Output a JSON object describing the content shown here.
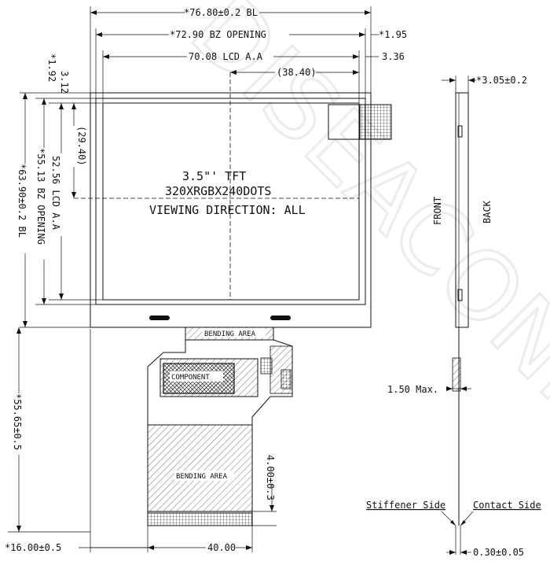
{
  "watermark": "DISEACONFEI",
  "dimensions": {
    "bl_width": "*76.80±0.2 BL",
    "bz_opening_width": "*72.90 BZ OPENING",
    "lcd_aa_width": "70.08 LCD A.A",
    "center_offset_x": "(38.40)",
    "right_offset_1": "*1.95",
    "right_offset_2": "3.36",
    "top_offset_1": "*1.92",
    "top_offset_2": "3.12",
    "center_offset_y": "(29.40)",
    "lcd_aa_height": "52.56 LCD A.A",
    "bz_opening_height": "*55.13 BZ OPENING",
    "bl_height": "*63.90±0.2 BL",
    "fpc_length": "*55.65±0.5",
    "fpc_offset": "*16.00±0.5",
    "fpc_width": "40.00",
    "fpc_tail": "4.00±0.3",
    "thickness": "*3.05±0.2",
    "component_height": "1.50 Max.",
    "fpc_thickness": "0.30±0.05"
  },
  "labels": {
    "size": "3.5\"' TFT",
    "resolution": "320XRGBX240DOTS",
    "viewing": "VIEWING DIRECTION:  ALL",
    "bending_area_top": "BENDING AREA",
    "component": "COMPONENT",
    "bending_area_bottom": "BENDING AREA",
    "front": "FRONT",
    "back": "BACK",
    "stiffener_side": "Stiffener Side",
    "contact_side": "Contact Side"
  }
}
